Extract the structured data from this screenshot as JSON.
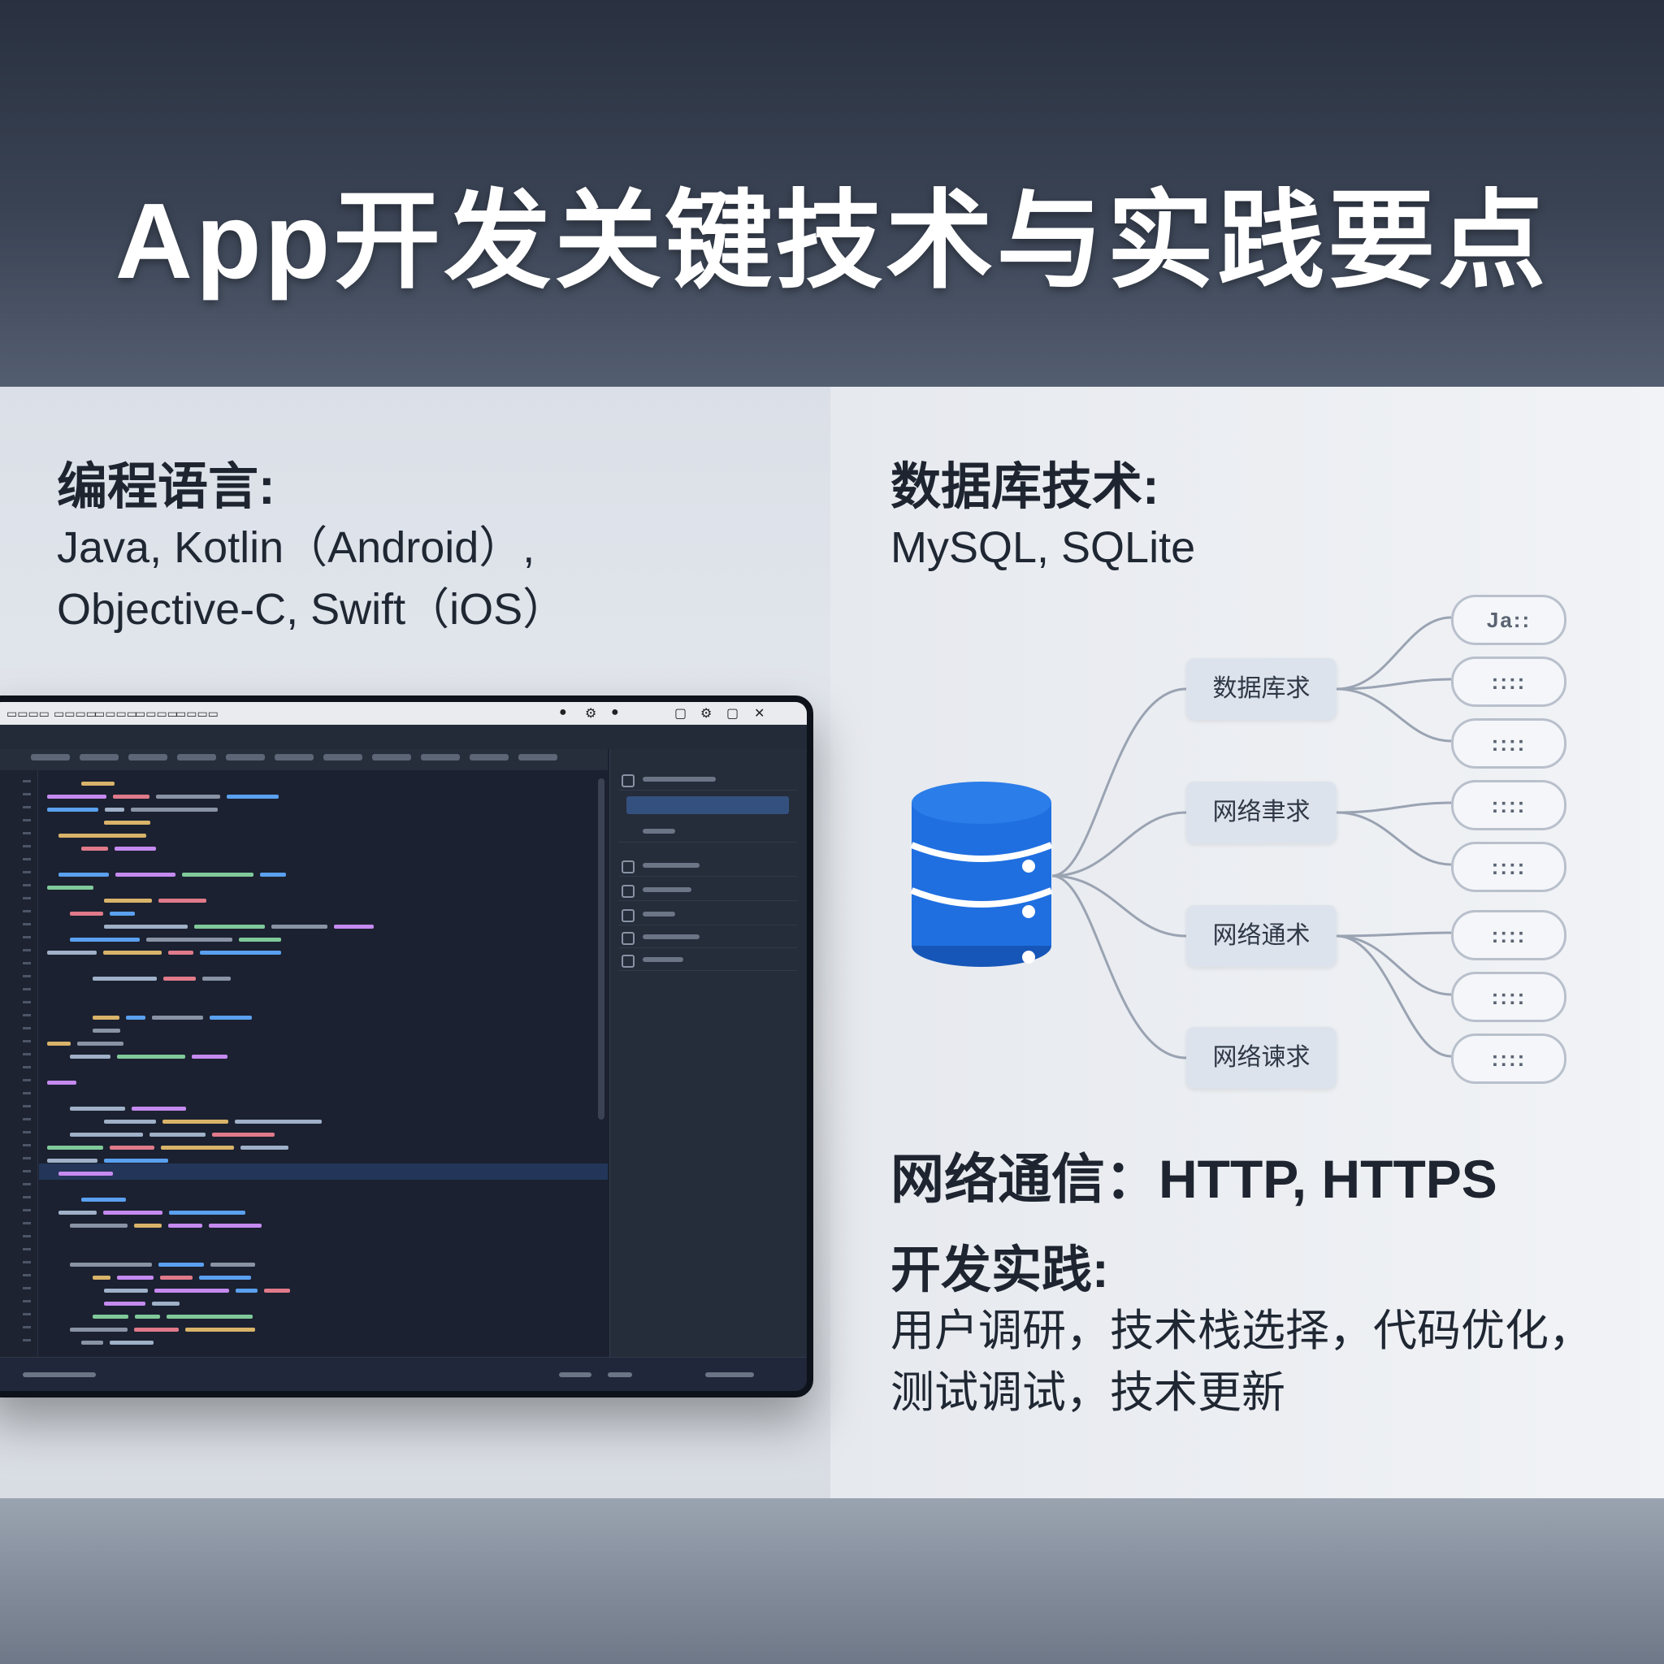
{
  "title": "App开发关键技术与实践要点",
  "left": {
    "heading": "编程语言:",
    "lines": [
      "Java, Kotlin（Android）,",
      "Objective-C, Swift（iOS）"
    ]
  },
  "right": {
    "db_heading": "数据库技术:",
    "db_text": "MySQL, SQLite",
    "network": "网络通信：HTTP, HTTPS",
    "practice_heading": "开发实践:",
    "practice_lines": [
      "用户调研，技术栈选择，代码优化，",
      "测试调试，技术更新"
    ]
  },
  "diagram": {
    "nodes": [
      "数据库求",
      "网络聿求",
      "网络通术",
      "网络谏求"
    ],
    "leaves": [
      "Ja::",
      "::::",
      "::::",
      "::::",
      "::::",
      "::::",
      "::::",
      "::::"
    ],
    "colors": {
      "database": "#1f6fe0",
      "database_dark": "#1656b8",
      "node_bg": "#dde3ec",
      "line": "#9aa3b2"
    }
  },
  "ide": {
    "icons": [
      "account-icon",
      "settings-icon",
      "close-icon"
    ]
  }
}
